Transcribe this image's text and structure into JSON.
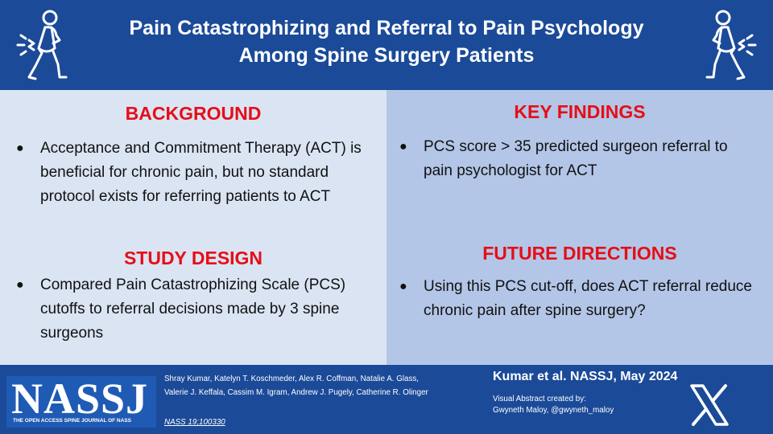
{
  "header": {
    "title_line1": "Pain Catastrophizing and Referral to Pain Psychology",
    "title_line2": "Among Spine Surgery Patients",
    "left_icon": "back-pain-figure-icon",
    "right_icon": "back-pain-figure-icon"
  },
  "background": {
    "heading": "BACKGROUND",
    "bullet_line1": "Acceptance and Commitment Therapy (ACT) is",
    "bullet_line2": "beneficial for chronic pain, but no standard",
    "bullet_line3": "protocol exists for referring patients to ACT"
  },
  "study_design": {
    "heading": "STUDY DESIGN",
    "bullet_line1": "Compared Pain Catastrophizing Scale (PCS)",
    "bullet_line2": "cutoffs to referral decisions made by 3 spine",
    "bullet_line3": "surgeons"
  },
  "key_findings": {
    "heading": "KEY FINDINGS",
    "bullet_line1": "PCS score > 35 predicted surgeon referral to",
    "bullet_line2": "pain psychologist for ACT"
  },
  "future_directions": {
    "heading": "FUTURE DIRECTIONS",
    "bullet_line1": "Using this PCS cut-off, does ACT referral reduce",
    "bullet_line2": "chronic pain after spine surgery?"
  },
  "bullet_glyph": "●",
  "footer": {
    "logo_text": "NASSJ",
    "logo_subtitle": "THE OPEN ACCESS SPINE JOURNAL OF NASS",
    "authors_line1": "Shray Kumar, Katelyn T. Koschmeder, Alex R. Coffman, Natalie A. Glass,",
    "authors_line2": "Valerie J. Keffala, Cassim M. Igram, Andrew J. Pugely, Catherine R. Olinger",
    "citation_link": "NASS 19;100330",
    "citation": "Kumar et al. NASSJ, May 2024",
    "credit_line1": "Visual Abstract created by:",
    "credit_line2": "Gwyneth Maloy, @gwyneth_maloy",
    "social_icon": "x-logo-icon"
  },
  "colors": {
    "header_bg": "#1b4a98",
    "left_panel_bg": "#dae4f3",
    "right_panel_bg": "#b3c6e7",
    "heading_red": "#e60e16"
  }
}
